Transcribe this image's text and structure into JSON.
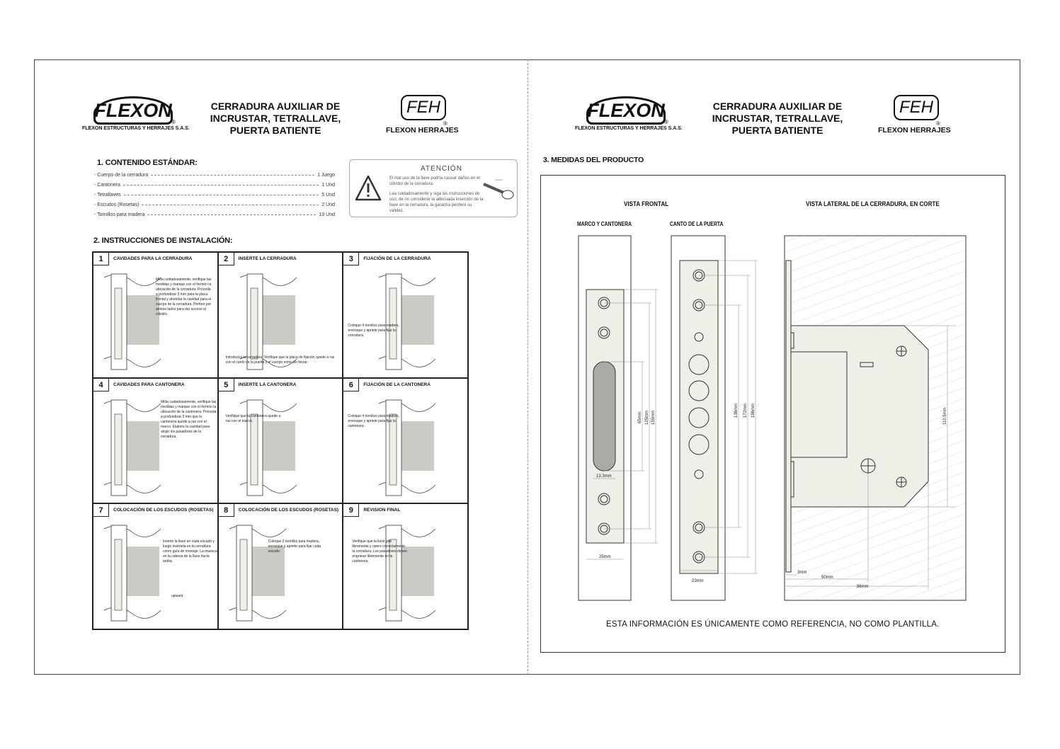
{
  "header": {
    "logo_text": "FLEXON",
    "company": "FLEXON ESTRUCTURAS Y HERRAJES S.A.S.",
    "title_lines": [
      "CERRADURA AUXILIAR DE",
      "INCRUSTAR, TETRALLAVE,",
      "PUERTA BATIENTE"
    ],
    "feh_logo": "FEH",
    "brand": "FLEXON HERRAJES",
    "registered": "®"
  },
  "contents": {
    "title": "1. CONTENIDO ESTÁNDAR:",
    "items": [
      {
        "name": "- Cuerpo de la cerradura",
        "qty": "1 Juego"
      },
      {
        "name": "- Cantonera",
        "qty": "1 Und"
      },
      {
        "name": "- Tetrallaves",
        "qty": "5 Und"
      },
      {
        "name": "- Escudos (Rosetas)",
        "qty": "2 Und"
      },
      {
        "name": "- Tornillos para madera",
        "qty": "10 Und"
      }
    ]
  },
  "attention": {
    "title": "ATENCIÓN",
    "text1": "El mal uso de la llave podría causar daños en el cilindro de la cerradura.",
    "text2": "Lea cuidadosamente y siga las instrucciones de uso; de no considerar la adecuada inserción de la llave en la cerradura, la garantía perderá su validez.",
    "key_label": "muesca"
  },
  "install": {
    "title": "2. INSTRUCCIONES DE INSTALACIÓN:",
    "steps": [
      {
        "n": "1",
        "title": "CAVIDADES PARA LA CERRADURA",
        "text": "Mida cuidadosamente, verifique las medidas y marque con el formón la ubicación de la cerradura. Proceda a profundizar 3 mm para la placa frontal y ahondar la cavidad para el cuerpo de la cerradura. Perfore por ambos lados para dar acceso al cilindro."
      },
      {
        "n": "2",
        "title": "INSERTE LA CERRADURA",
        "text": "Introduzca la cerradura. Verifique que la placa de fijación quede a ras con el canto de la puerta y el cuerpo entre sin forzar."
      },
      {
        "n": "3",
        "title": "FIJACIÓN DE LA CERRADURA",
        "text": "Coloque 4 tornillos para madera, enrosque y apriete para fijar la cerradura."
      },
      {
        "n": "4",
        "title": "CAVIDADES PARA CANTONERA",
        "text": "Mida cuidadosamente, verifique las medidas y marque con el formón la ubicación de la cantonera. Proceda a profundizar 2 mm que la cantonera quede a ras con el marco. Elabore la cavidad para alojar los pasadores de la cerradura."
      },
      {
        "n": "5",
        "title": "INSERTE LA CANTONERA",
        "text": "Verifique que la cantonera quede a ras con el marco."
      },
      {
        "n": "6",
        "title": "FIJACIÓN DE LA CANTONERA",
        "text": "Coloque 4 tornillos para madera, enrosque y apriete para fijar la cantonera."
      },
      {
        "n": "7",
        "title": "COLOCACIÓN DE LOS ESCUDOS (ROSETAS)",
        "text": "Inserte la llave en cada escudo y luego insértela en la cerradura como guía de montaje. La muesca en la cabeza de la llave hacia arriba.",
        "label": "upward"
      },
      {
        "n": "8",
        "title": "COLOCACIÓN DE LOS ESCUDOS (ROSETAS)",
        "text": "Coloque 2 tornillos para madera, enrosque y apriete para fijar cada escudo."
      },
      {
        "n": "9",
        "title": "REVISION FINAL",
        "text": "Verifique que la llave gire libremente y opere correctamente la cerradura. Los pasadores deben engranar libremente en la cantonera."
      }
    ]
  },
  "measures": {
    "title": "3. MEDIDAS DEL PRODUCTO",
    "front_view": "VISTA FRONTAL",
    "side_view": "VISTA LATERAL DE LA CERRADURA, EN CORTE",
    "frame_label": "MARCO Y  CANTONERA",
    "edge_label": "CANTO DE LA PUERTA",
    "dims": {
      "slot_h": "65mm",
      "strike_holes": "125mm",
      "strike_h": "155mm",
      "slot_w": "13.3mm",
      "strike_w": "25mm",
      "inner_holes": "136mm",
      "outer_holes": "172mm",
      "face_h": "196mm",
      "face_w": "23mm",
      "body_h": "110.5mm",
      "face_t": "3mm",
      "backset": "50mm",
      "depth": "86mm"
    },
    "note": "ESTA INFORMACIÓN ES ÚNICAMENTE COMO REFERENCIA, NO COMO PLANTILLA."
  }
}
